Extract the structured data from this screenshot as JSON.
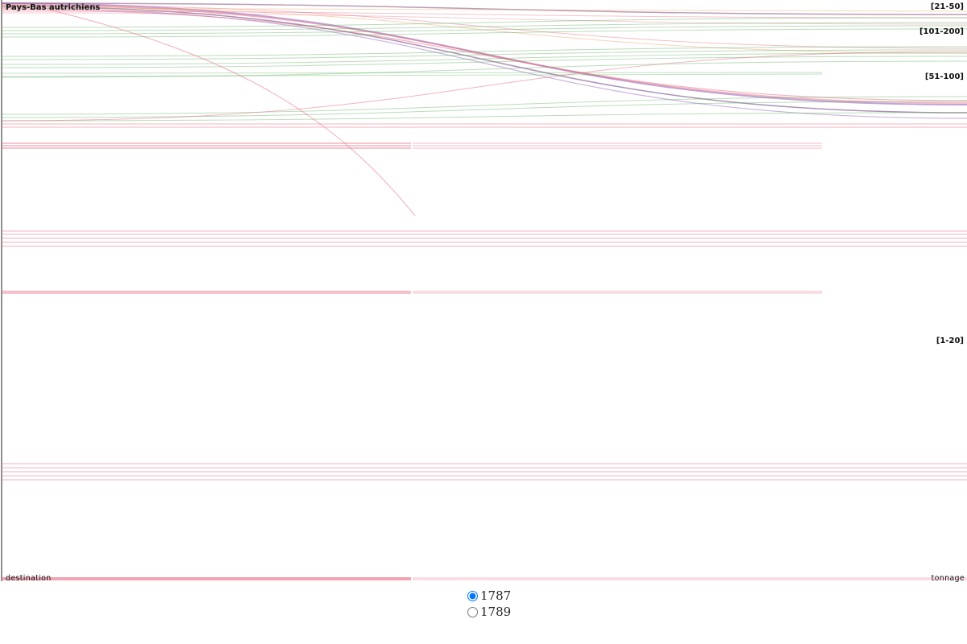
{
  "chart_data": {
    "type": "parallel-sets",
    "axes": [
      {
        "name": "destination",
        "categories": [
          "Pays-Bas autrichiens"
        ]
      },
      {
        "name": "",
        "categories": []
      },
      {
        "name": "tonnage",
        "categories": [
          "[21-50]",
          "[101-200]",
          "[51-100]",
          "[1-20]"
        ]
      }
    ],
    "colors": {
      "red": "#e8687e",
      "green": "#4fa84f",
      "purple": "#8a58b8",
      "orange": "#e8a060"
    }
  },
  "years": {
    "options": [
      {
        "label": "1787",
        "checked": true
      },
      {
        "label": "1789",
        "checked": false
      }
    ]
  }
}
